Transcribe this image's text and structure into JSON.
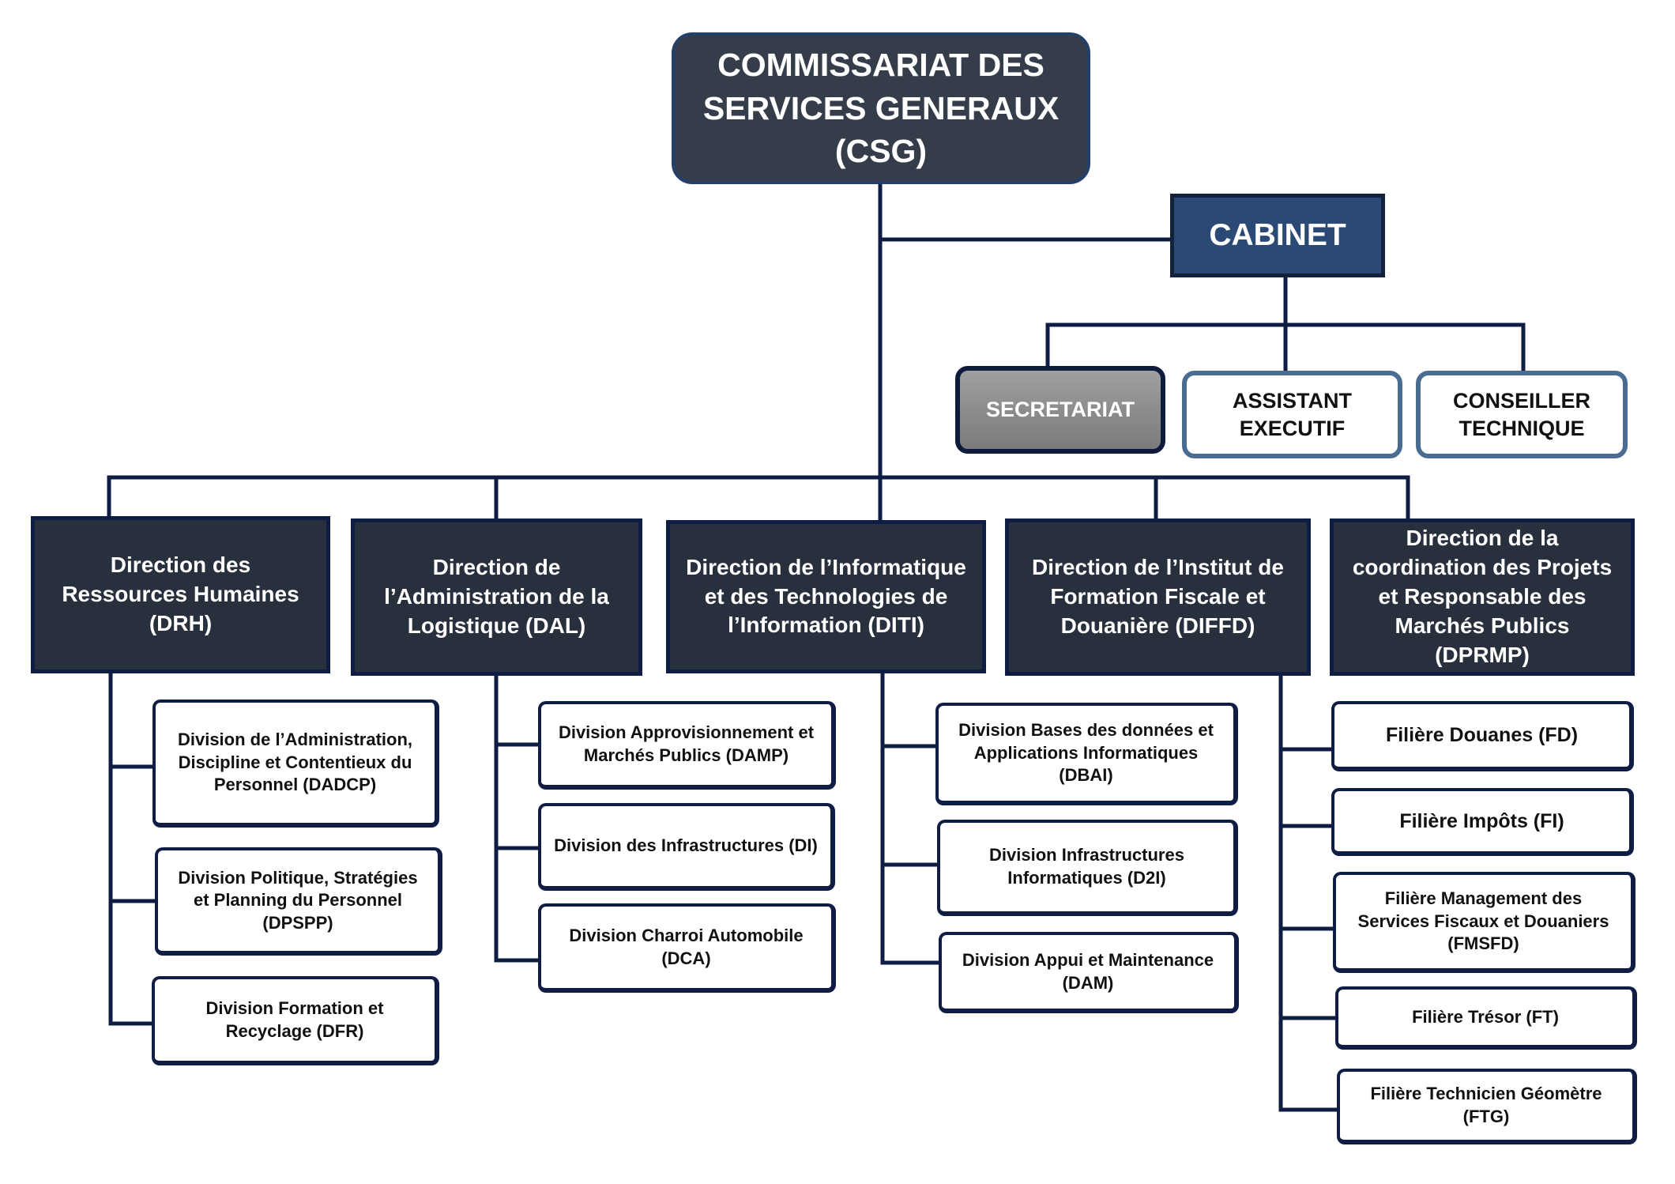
{
  "chart": {
    "top": {
      "label": "COMMISSARIAT DES SERVICES GENERAUX (CSG)"
    },
    "cabinet": {
      "label": "CABINET"
    },
    "staff": [
      {
        "label": "SECRETARIAT"
      },
      {
        "label": "ASSISTANT EXECUTIF"
      },
      {
        "label": "CONSEILLER TECHNIQUE"
      }
    ],
    "directions": [
      {
        "label": "Direction des Ressources Humaines (DRH)",
        "units": [
          "Division de l’Administration, Discipline et Contentieux du Personnel (DADCP)",
          "Division Politique, Stratégies et Planning du Personnel (DPSPP)",
          "Division Formation et Recyclage (DFR)"
        ]
      },
      {
        "label": "Direction de l’Administration de la Logistique (DAL)",
        "units": [
          "Division Approvisionnement et Marchés Publics (DAMP)",
          "Division des Infrastructures (DI)",
          "Division Charroi Automobile (DCA)"
        ]
      },
      {
        "label": "Direction de l’Informatique et des Technologies de l’Information (DITI)",
        "units": [
          "Division Bases des données et Applications Informatiques (DBAI)",
          "Division Infrastructures Informatiques (D2I)",
          "Division Appui et Maintenance (DAM)"
        ]
      },
      {
        "label": "Direction de l’Institut de Formation Fiscale et Douanière (DIFFD)",
        "units": [
          "Filière Douanes (FD)",
          "Filière Impôts (FI)",
          "Filière Management des Services Fiscaux et Douaniers (FMSFD)",
          "Filière Trésor (FT)",
          "Filière Technicien Géomètre (FTG)"
        ]
      },
      {
        "label": "Direction de la coordination des Projets et Responsable des Marchés Publics (DPRMP)",
        "units": []
      }
    ]
  },
  "colors": {
    "line": "#0f1d45",
    "top_fill": "#353d4b",
    "cabinet_fill": "#2a4a75",
    "direction_fill": "#28303d",
    "secretariat_fill": "#8c8c8c",
    "staff_border": "#4a6c93"
  }
}
